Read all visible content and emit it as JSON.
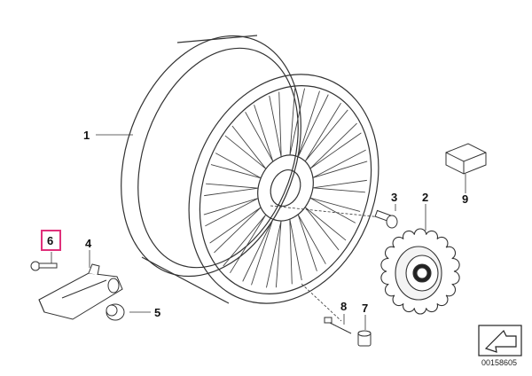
{
  "diagram": {
    "callouts": [
      {
        "id": "1",
        "part": "wheel-rim"
      },
      {
        "id": "2",
        "part": "hub-cap"
      },
      {
        "id": "3",
        "part": "wheel-bolt"
      },
      {
        "id": "4",
        "part": "tpms-sensor"
      },
      {
        "id": "5",
        "part": "valve-cap"
      },
      {
        "id": "6",
        "part": "sensor-screw"
      },
      {
        "id": "7",
        "part": "valve-insert-cap"
      },
      {
        "id": "8",
        "part": "valve-insert"
      },
      {
        "id": "9",
        "part": "balance-weight"
      }
    ],
    "selected_callout": "6",
    "part_number": "00158605",
    "nav_icon": "next-arrow-icon"
  }
}
